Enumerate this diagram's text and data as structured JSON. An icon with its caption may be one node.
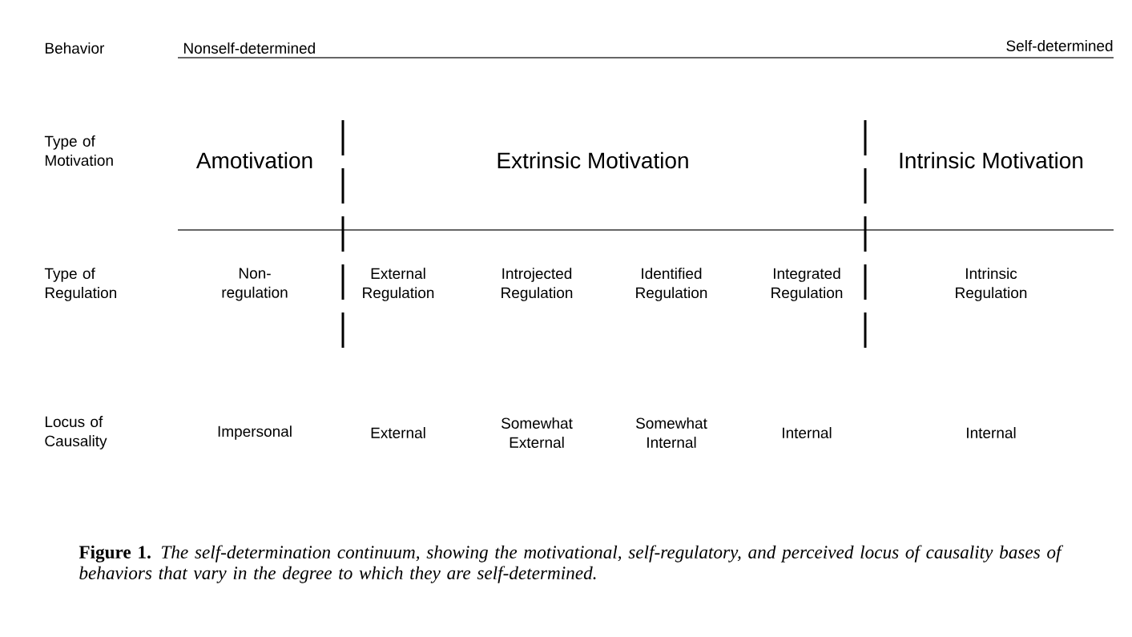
{
  "diagram": {
    "caption": "**Figure 1.** *The self-determination continuum, showing the motivational, self-regulatory, and perceived locus of causality bases of behaviors that vary in the degree to which they are self-determined.*",
    "labels": [
      "Behavior",
      "Nonself-determined",
      "Self-determined",
      "Type of Motivation",
      "Amotivation",
      "Extrinsic Motivation",
      "Intrinsic Motivation",
      "Type of Regulation",
      "Non-regulation",
      "External Regulation",
      "Introjected Regulation",
      "Identified Regulation",
      "Integrated Regulation",
      "Intrinsic Regulation",
      "Locus of Causality",
      "Impersonal",
      "External",
      "Somewhat External",
      "Somewhat Internal",
      "Internal",
      "Internal"
    ]
  }
}
